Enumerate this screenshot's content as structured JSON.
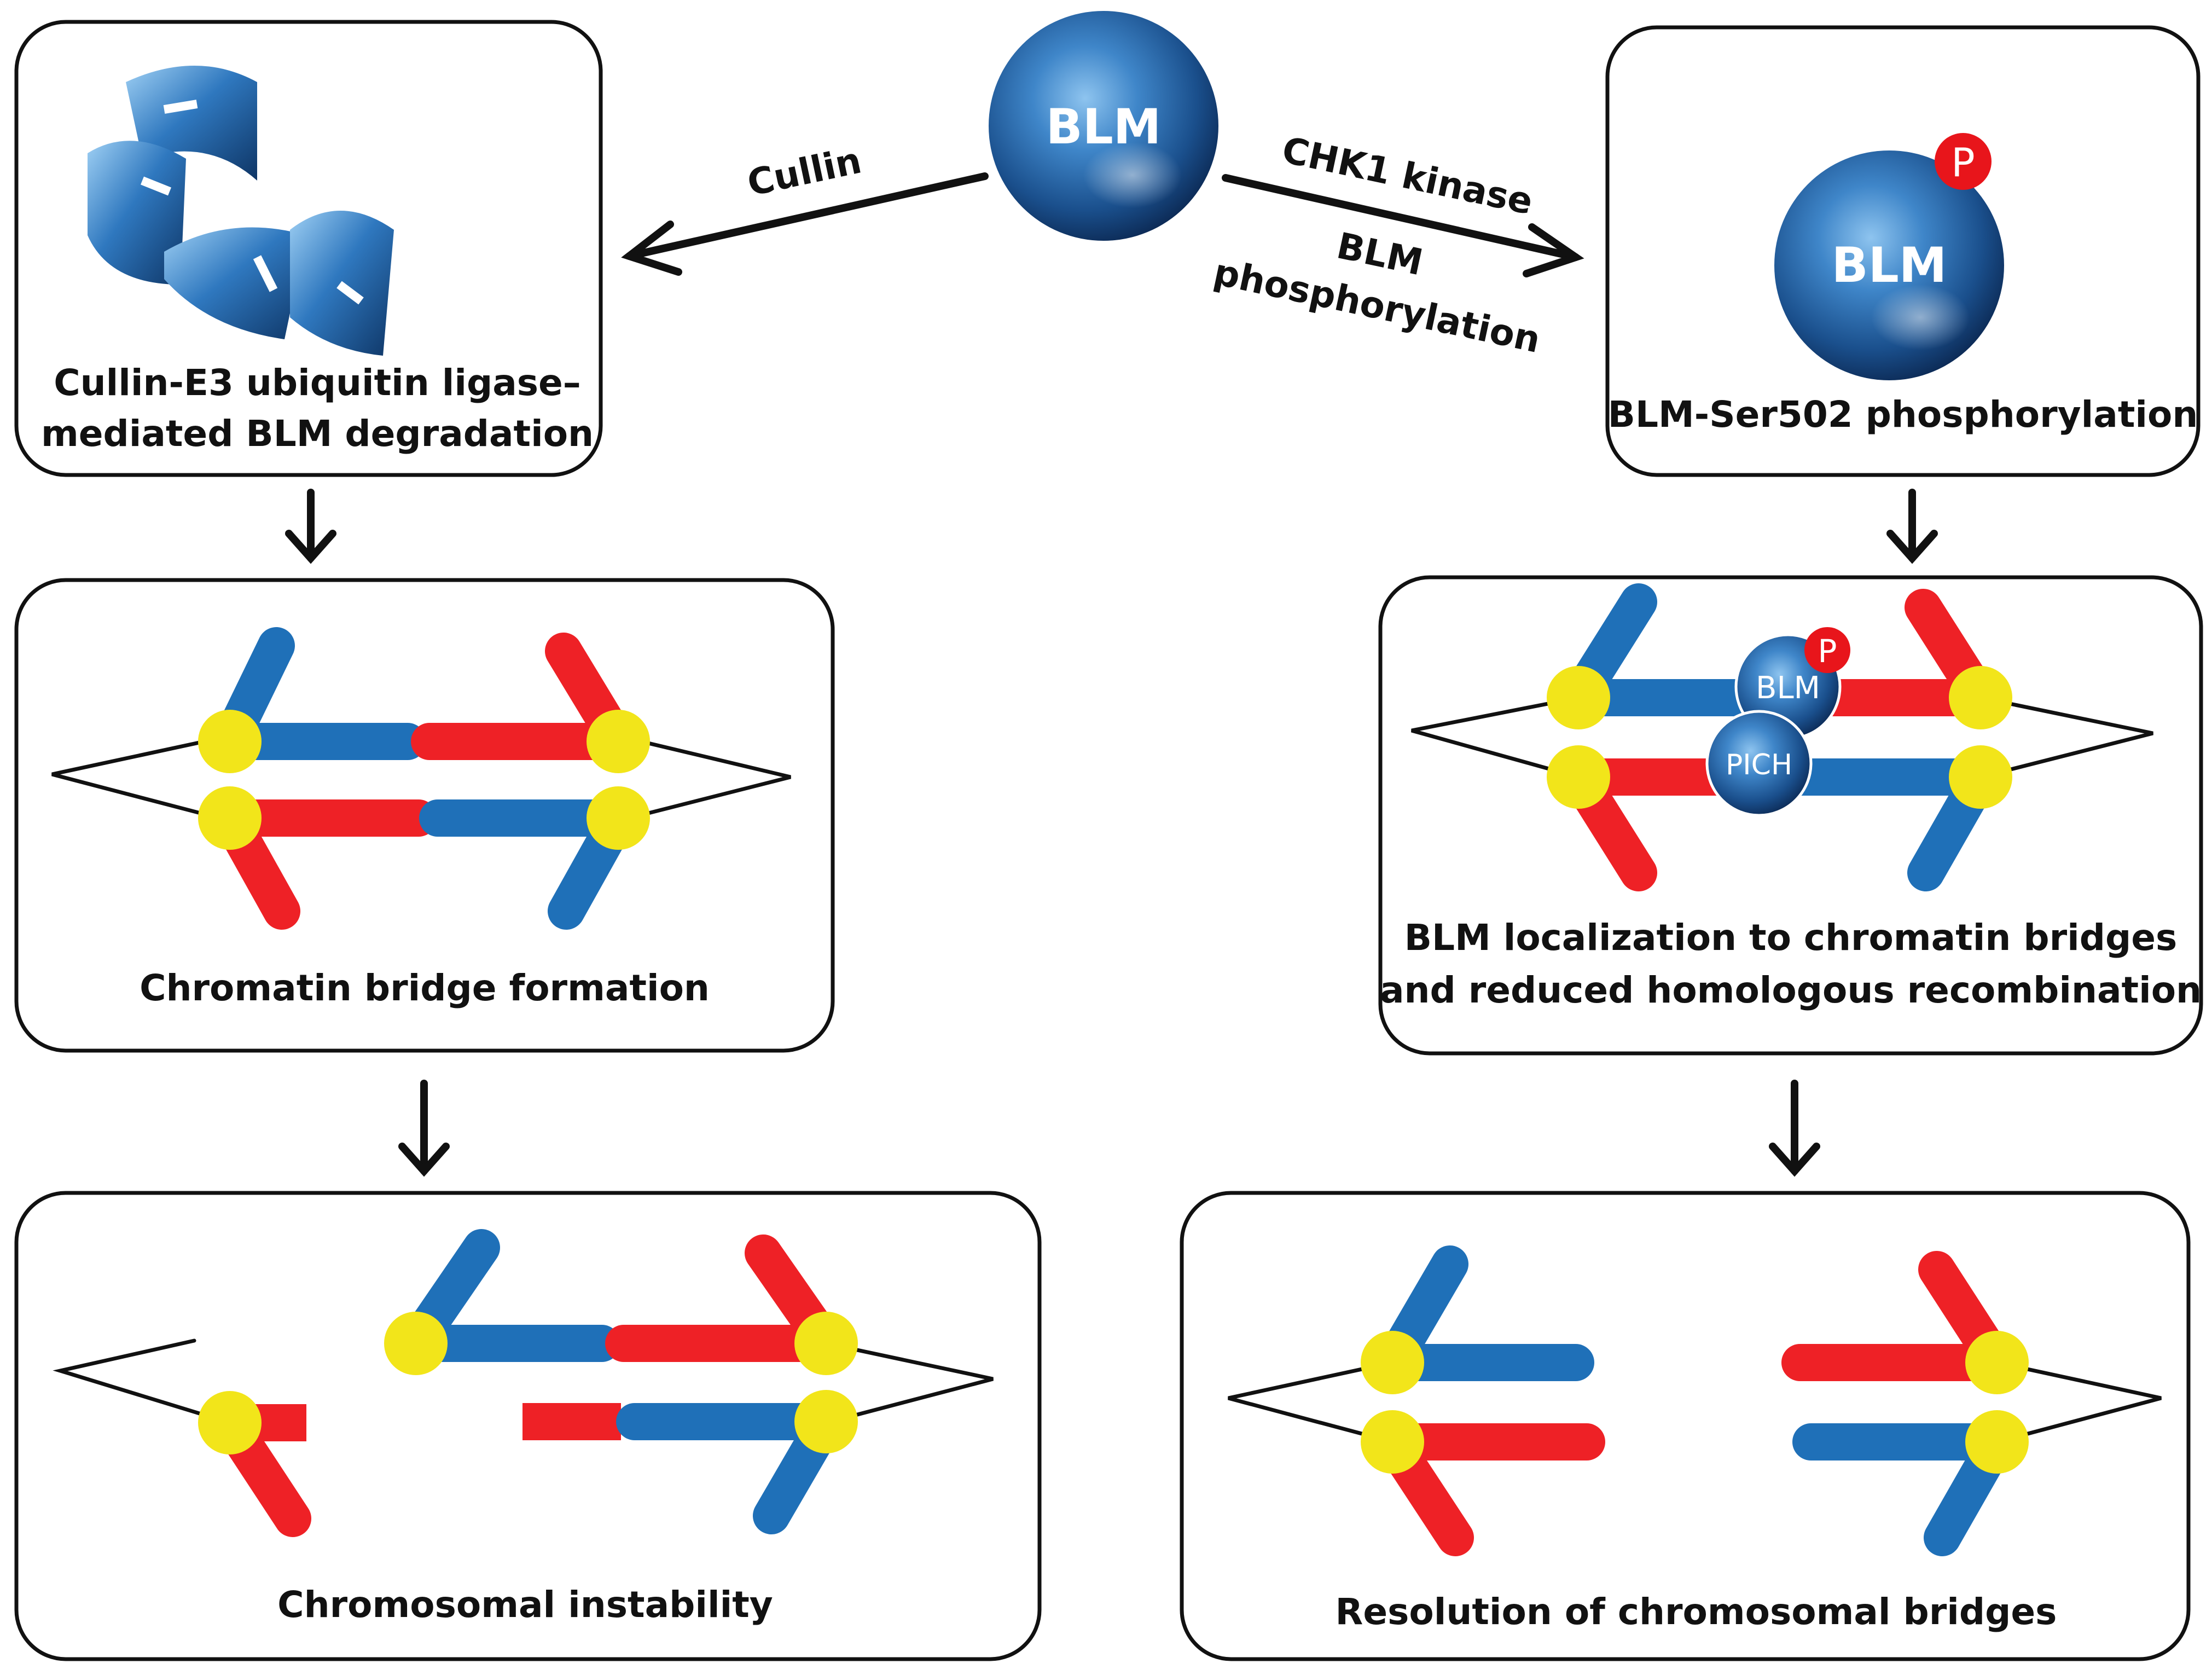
{
  "colors": {
    "strand_blue": "#1f70b8",
    "strand_red": "#ee2126",
    "junction_yellow": "#f2e51a",
    "phospho_red": "#e8151b",
    "outline": "#111111",
    "background": "#ffffff"
  },
  "center": {
    "blm_label": "BLM"
  },
  "arrows": {
    "left_label": "Cullin",
    "right_label_line1": "CHK1 kinase",
    "right_label_line2": "BLM",
    "right_label_line3": "phosphorylation"
  },
  "left": {
    "degradation_line1": "Cullin-E3 ubiquitin ligase–",
    "degradation_line2": "mediated BLM degradation",
    "bridge_caption": "Chromatin bridge formation",
    "instability_caption": "Chromosomal instability"
  },
  "right": {
    "phospho_blm_label": "BLM",
    "phospho_p_label": "P",
    "phospho_caption": "BLM-Ser502 phosphorylation",
    "small_blm_label": "BLM",
    "small_p_label": "P",
    "pich_label": "PICH",
    "localization_line1": "BLM localization to chromatin bridges",
    "localization_line2": "and reduced homologous recombination",
    "resolution_caption": "Resolution of chromosomal bridges"
  }
}
